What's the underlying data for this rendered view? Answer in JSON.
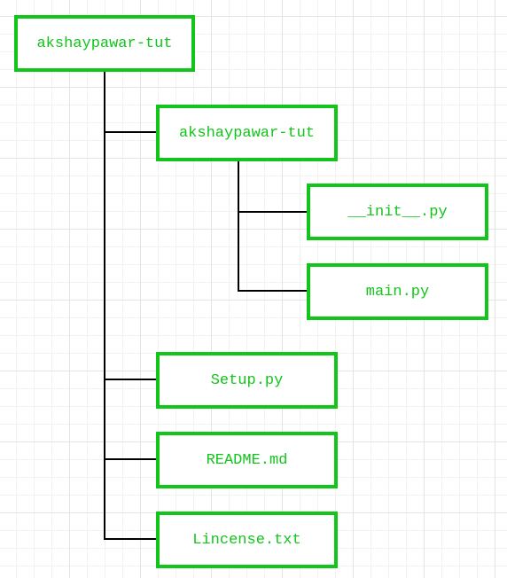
{
  "diagram": {
    "type": "directory-tree",
    "colors": {
      "node_border": "#11c51b",
      "node_text": "#11c51b",
      "connector": "#000000",
      "background": "#ffffff",
      "grid": "#e4e4e4"
    },
    "root": {
      "label": "akshaypawar-tut",
      "children": [
        {
          "label": "akshaypawar-tut",
          "children": [
            {
              "label": "__init__.py"
            },
            {
              "label": "main.py"
            }
          ]
        },
        {
          "label": "Setup.py"
        },
        {
          "label": "README.md"
        },
        {
          "label": "Lincense.txt"
        }
      ]
    }
  }
}
